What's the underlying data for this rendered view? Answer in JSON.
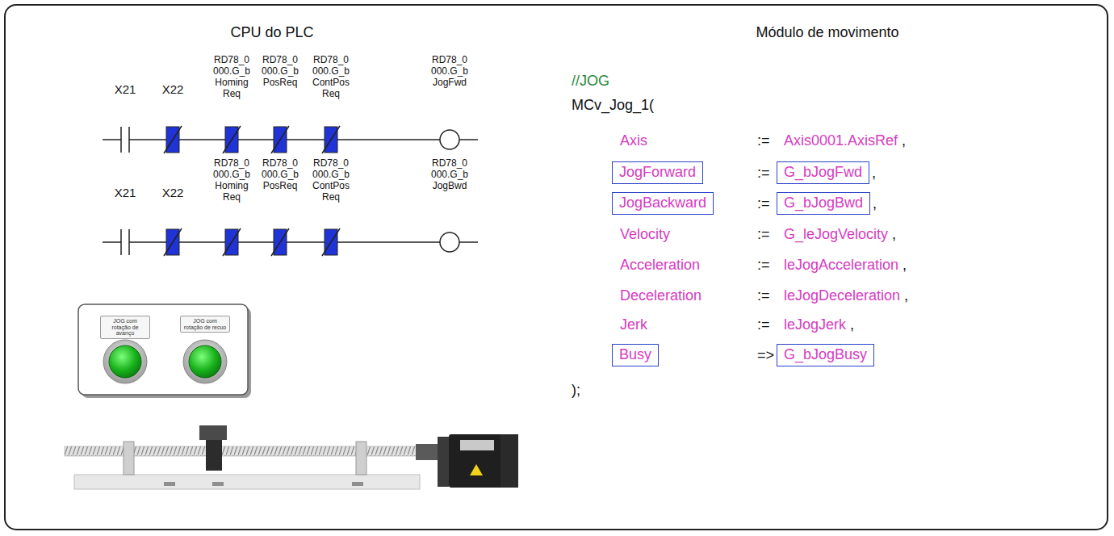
{
  "diagram": {
    "nodes": [
      {
        "text": [
          "JOG com rotação de avanço"
        ]
      },
      {
        "text": [
          "JOG com rotação de recuo"
        ]
      },
      {
        "text": [
          "JogForward"
        ]
      },
      {
        "text": [
          "G_bJogFwd"
        ]
      },
      {
        "text": [
          "JogBackward"
        ]
      },
      {
        "text": [
          "G_bJogBwd"
        ]
      },
      {
        "text": [
          "Busy"
        ]
      },
      {
        "text": [
          "G_bJogBusy"
        ]
      }
    ],
    "labels": [
      "CPU do PLC",
      "Módulo de movimento",
      "X21",
      "X22",
      "RD78_0 000.G_b Homing Req",
      "RD78_0 000.G_b PosReq",
      "RD78_0 000.G_b ContPos Req",
      "RD78_0 000.G_b JogFwd",
      "X21",
      "X22",
      "RD78_0 000.G_b Homing Req",
      "RD78_0 000.G_b PosReq",
      "RD78_0 000.G_b ContPos Req",
      "RD78_0 000.G_b JogBwd",
      "//JOG",
      "MCv_Jog_1(",
      "Axis",
      ":=",
      "Axis0001.AxisRef",
      ",",
      ":=",
      ",",
      ":=",
      ",",
      "Velocity",
      ":=",
      "G_leJogVelocity",
      ",",
      "Acceleration",
      ":=",
      "leJogAcceleration",
      ",",
      "Deceleration",
      ":=",
      "leJogDeceleration",
      ",",
      "Jerk",
      ":=",
      "leJogJerk",
      ",",
      "=>",
      ");"
    ]
  }
}
